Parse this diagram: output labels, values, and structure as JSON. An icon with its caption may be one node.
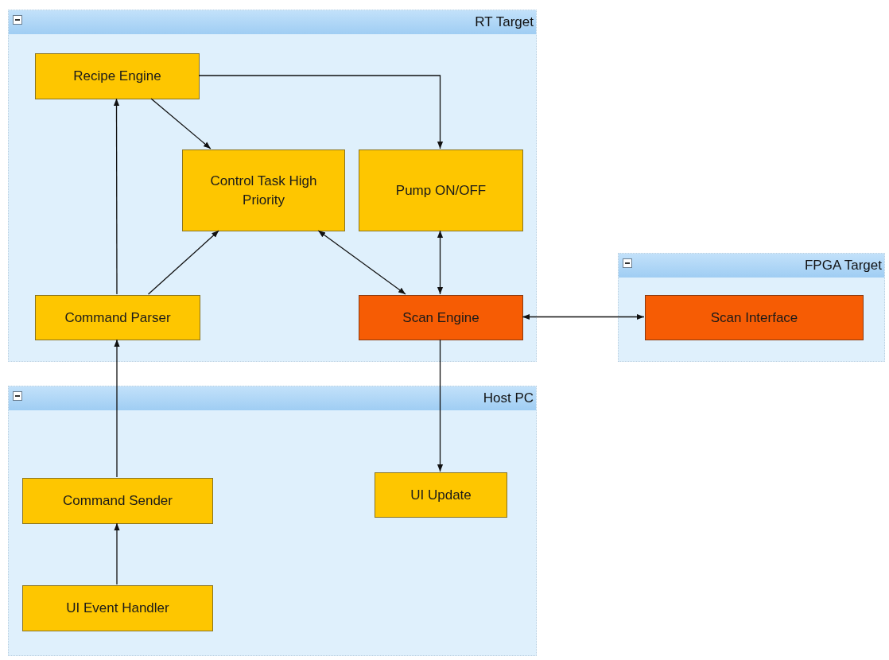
{
  "diagram": {
    "nodes": [
      {
        "text": [
          "RT Target"
        ]
      },
      {
        "text": [
          "Recipe Engine"
        ],
        "in": 0
      },
      {
        "text": [
          "Control Task High Priority"
        ],
        "in": 0
      },
      {
        "text": [
          "Pump ON/OFF"
        ],
        "in": 0
      },
      {
        "text": [
          "Command Parser"
        ],
        "in": 0
      },
      {
        "text": [
          "Scan Engine"
        ],
        "in": 0
      },
      {
        "text": [
          "FPGA Target"
        ]
      },
      {
        "text": [
          "Scan Interface"
        ],
        "in": 6
      },
      {
        "text": [
          "Host PC"
        ]
      },
      {
        "text": [
          "Command Sender"
        ],
        "in": 8
      },
      {
        "text": [
          "UI Update"
        ],
        "in": 8
      },
      {
        "text": [
          "UI Event Handler"
        ],
        "in": 8
      }
    ],
    "edges": [
      {
        "from": 1,
        "to": 3,
        "arrow": "to"
      },
      {
        "from": 1,
        "to": 2,
        "arrow": "to"
      },
      {
        "from": 4,
        "to": 1,
        "arrow": "to"
      },
      {
        "from": 4,
        "to": 2,
        "arrow": "to"
      },
      {
        "from": 2,
        "to": 5,
        "arrow": "both"
      },
      {
        "from": 3,
        "to": 5,
        "arrow": "both"
      },
      {
        "from": 5,
        "to": 7,
        "arrow": "both"
      },
      {
        "from": 9,
        "to": 4,
        "arrow": "to"
      },
      {
        "from": 11,
        "to": 9,
        "arrow": "to"
      },
      {
        "from": 5,
        "to": 10,
        "arrow": "to"
      }
    ]
  }
}
